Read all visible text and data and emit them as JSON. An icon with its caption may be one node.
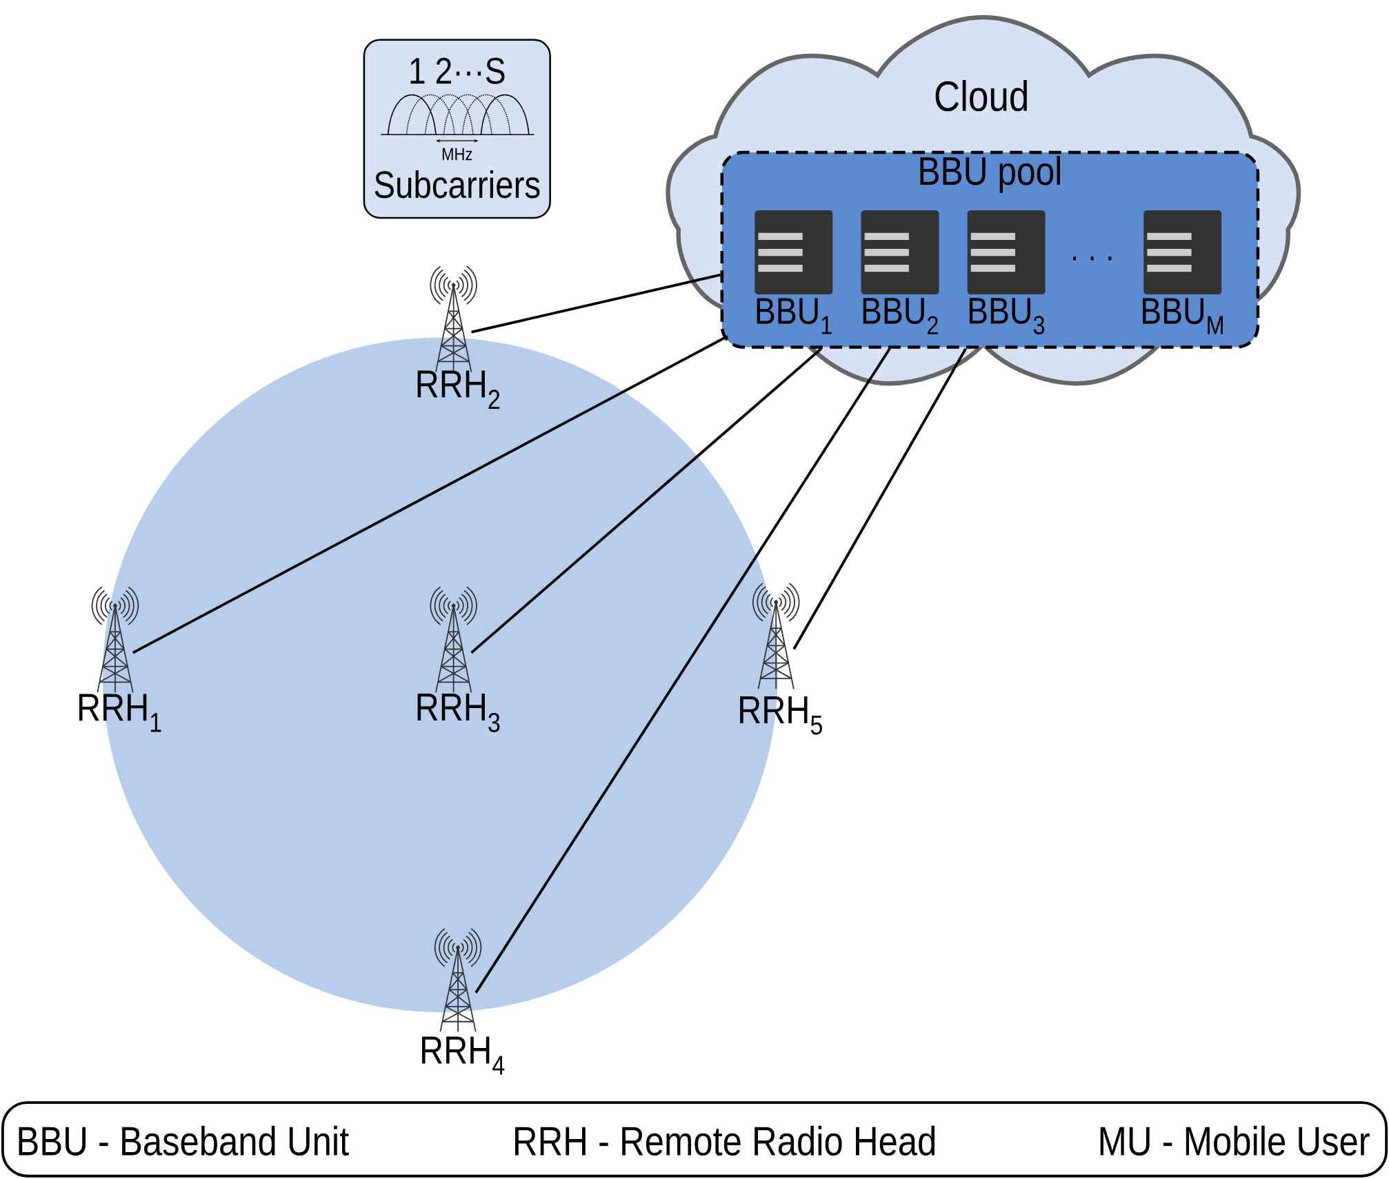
{
  "diagram": {
    "nodes": [
      {
        "text": [
          "1 2···S",
          "MHz",
          "Subcarriers"
        ]
      },
      {
        "text": [
          "Cloud"
        ]
      },
      {
        "text": [
          "BBU pool"
        ],
        "in": 1
      },
      {
        "text": [
          "BBU$_{1}$"
        ],
        "in": 2
      },
      {
        "text": [
          "BBU$_{2}$"
        ],
        "in": 2
      },
      {
        "text": [
          "BBU$_{3}$"
        ],
        "in": 2
      },
      {
        "text": [
          "BBU$_{M}$"
        ],
        "in": 2
      },
      {
        "text": [
          "RRH$_{2}$"
        ]
      },
      {
        "text": [
          "RRH$_{1}$"
        ]
      },
      {
        "text": [
          "RRH$_{3}$"
        ]
      },
      {
        "text": [
          "RRH$_{5}$"
        ]
      },
      {
        "text": [
          "RRH$_{4}$"
        ]
      },
      {
        "text": [
          "BBU - Baseband Unit",
          "RRH - Remote Radio Head",
          "MU - Mobile User"
        ]
      }
    ],
    "edges": [
      {
        "from": 2,
        "to": 7,
        "arrow": "none"
      },
      {
        "from": 2,
        "to": 8,
        "arrow": "none"
      },
      {
        "from": 2,
        "to": 9,
        "arrow": "none"
      },
      {
        "from": 2,
        "to": 11,
        "arrow": "none"
      },
      {
        "from": 2,
        "to": 10,
        "arrow": "none"
      }
    ],
    "labels": [
      "· · ·"
    ]
  }
}
